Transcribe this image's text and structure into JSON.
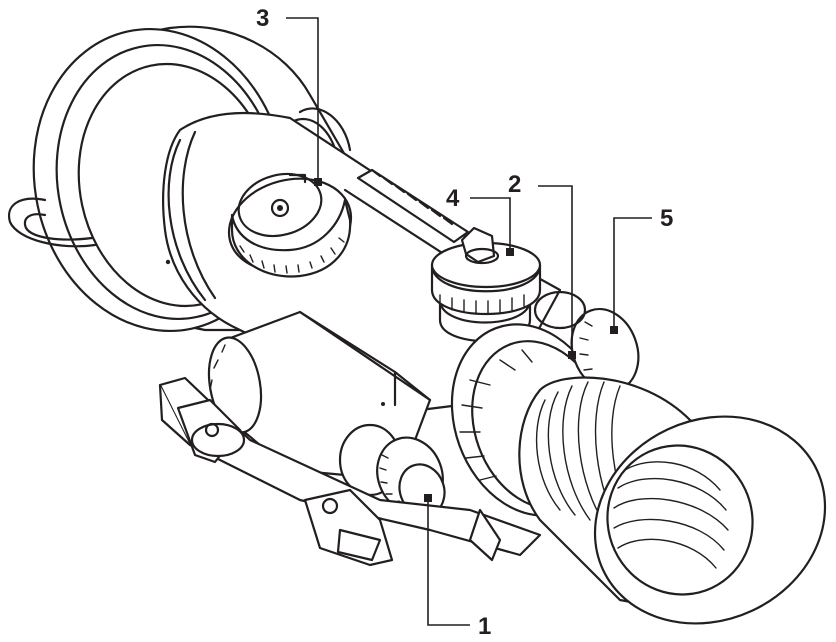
{
  "callouts": [
    {
      "id": "1",
      "label": "1"
    },
    {
      "id": "2",
      "label": "2"
    },
    {
      "id": "3",
      "label": "3"
    },
    {
      "id": "4",
      "label": "4"
    },
    {
      "id": "5",
      "label": "5"
    }
  ],
  "colors": {
    "line": "#231f20",
    "background": "#ffffff"
  },
  "icons": [
    "objective-lens-hood",
    "focus-knob",
    "power-knob",
    "eyecup",
    "battery-compartment",
    "mount-rail"
  ]
}
